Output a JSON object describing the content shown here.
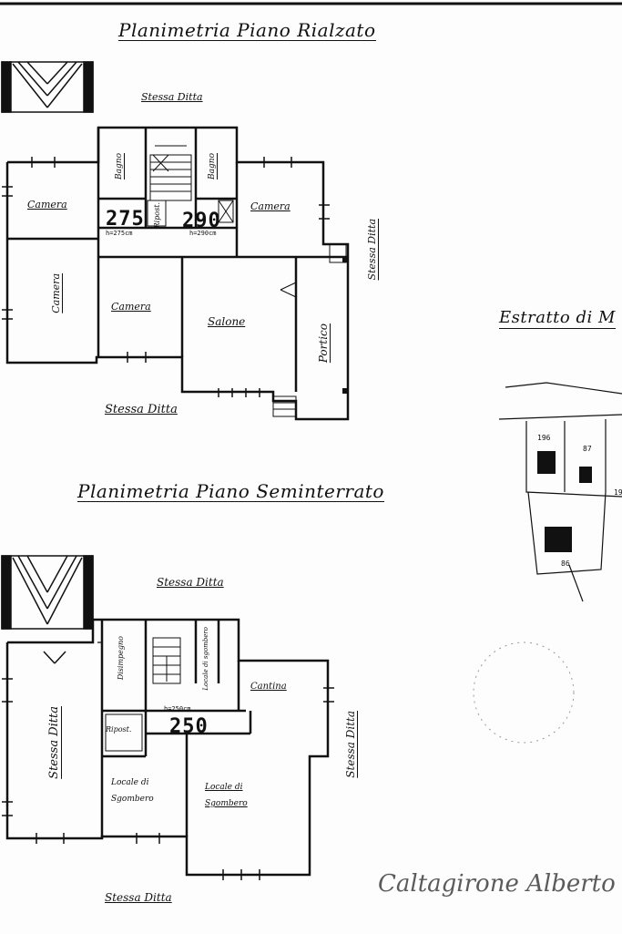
{
  "upper_plan": {
    "title": "Planimetria Piano Rialzato",
    "neighbor_top": "Stessa Ditta",
    "neighbor_right": "Stessa Ditta",
    "neighbor_bottom": "Stessa Ditta",
    "rooms": {
      "camera_left": "Camera",
      "camera_bottom_left": "Camera",
      "camera_center": "Camera",
      "camera_right": "Camera",
      "bagno_left": "Bagno",
      "bagno_right": "Bagno",
      "ripost": "Ripost.",
      "salone": "Salone",
      "portico": "Portico"
    },
    "heights": [
      "275",
      "290"
    ],
    "height_notes": [
      "h=275cm",
      "h=290cm"
    ]
  },
  "lower_plan": {
    "title": "Planimetria Piano Seminterrato",
    "neighbor_top": "Stessa Ditta",
    "neighbor_right": "Stessa Ditta",
    "neighbor_bottom": "Stessa Ditta",
    "neighbor_left_area": "Stessa Ditta",
    "rooms": {
      "disimpegno": "Disimpegno",
      "locale_sgombero_small": "Locale di sgombero",
      "cantina": "Cantina",
      "ripost": "Ripost.",
      "locale_sgombero_left": "Locale di Sgombero",
      "locale_sgombero_right": "Locale di Sgombero"
    },
    "height": "250",
    "height_note": "h=250cm"
  },
  "extract": {
    "title": "Estratto di M",
    "parcels": [
      "196",
      "87",
      "86",
      "19"
    ]
  },
  "signature": "Caltagirone Alberto"
}
